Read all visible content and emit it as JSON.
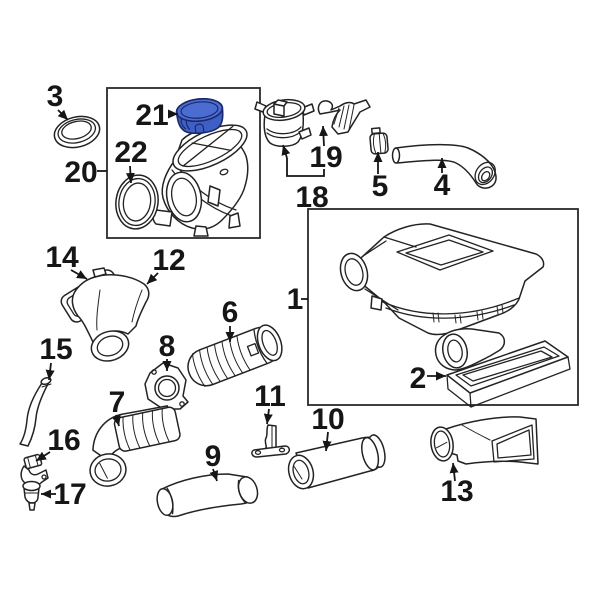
{
  "diagram": {
    "kind": "exploded-parts-diagram",
    "background": "#ffffff",
    "line_color": "#232323",
    "label_color": "#161616",
    "highlight": {
      "callout": "21",
      "fill": "#3e60c5",
      "top_fill": "#4b6dd2",
      "outline": "#1a296b"
    },
    "group_boxes": [
      {
        "callout": "20"
      },
      {
        "callout": "1"
      }
    ],
    "callouts": [
      {
        "number": "1"
      },
      {
        "number": "2"
      },
      {
        "number": "3"
      },
      {
        "number": "4"
      },
      {
        "number": "5"
      },
      {
        "number": "6"
      },
      {
        "number": "7"
      },
      {
        "number": "8"
      },
      {
        "number": "9"
      },
      {
        "number": "10"
      },
      {
        "number": "11"
      },
      {
        "number": "12"
      },
      {
        "number": "13"
      },
      {
        "number": "14"
      },
      {
        "number": "15"
      },
      {
        "number": "16"
      },
      {
        "number": "17"
      },
      {
        "number": "18"
      },
      {
        "number": "19"
      },
      {
        "number": "20"
      },
      {
        "number": "21"
      },
      {
        "number": "22"
      }
    ]
  }
}
